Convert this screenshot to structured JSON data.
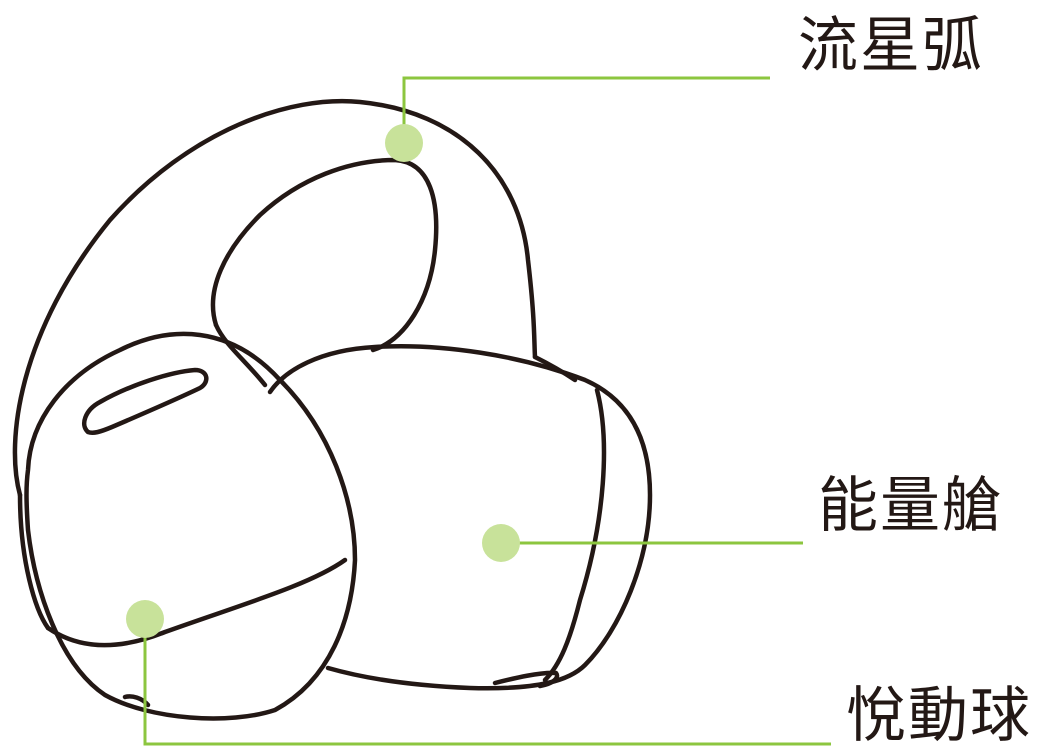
{
  "labels": {
    "top": "流星弧",
    "middle": "能量艙",
    "bottom": "悅動球"
  },
  "colors": {
    "outline": "#231815",
    "leader_line": "#8cc63f",
    "marker_dot": "#c8e29a",
    "background": "#ffffff"
  }
}
